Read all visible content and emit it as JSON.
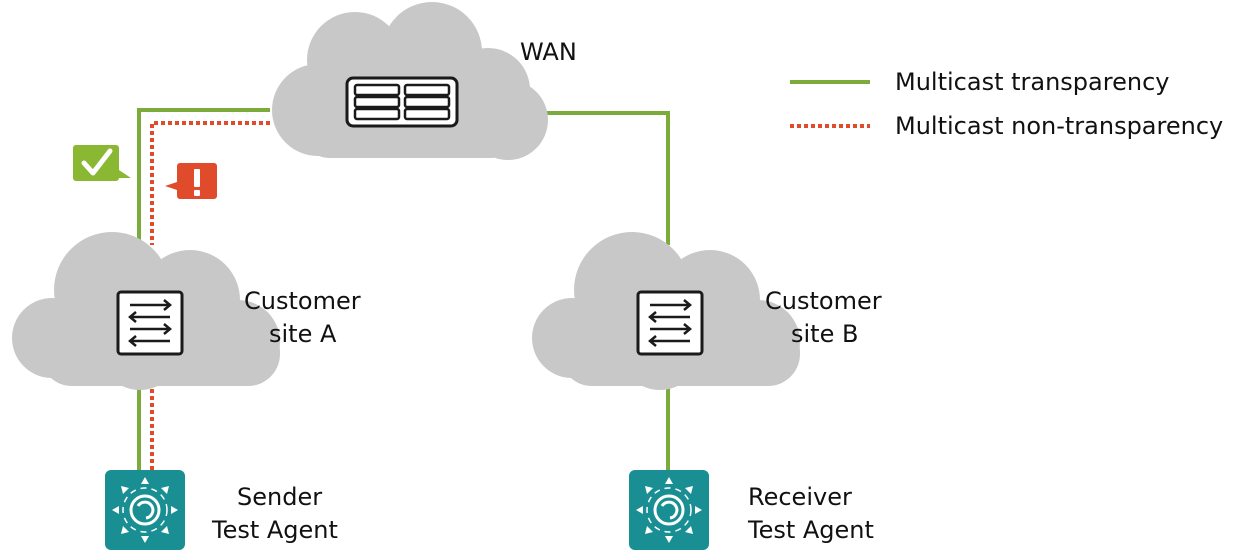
{
  "colors": {
    "transparency": "#7aab3b",
    "non_transparency": "#e04b2b",
    "cloud": "#c8c8c8",
    "agent": "#1a8f93",
    "ok_badge": "#8ab833",
    "alert_badge": "#e04b2b"
  },
  "legend": {
    "transparency": "Multicast transparency",
    "non_transparency": "Multicast non-transparency"
  },
  "wan": {
    "label": "WAN",
    "icon": "router-chassis-icon"
  },
  "site_a": {
    "line1": "Customer",
    "line2": "site A",
    "icon": "switch-icon"
  },
  "site_b": {
    "line1": "Customer",
    "line2": "site B",
    "icon": "switch-icon"
  },
  "sender": {
    "line1": "Sender",
    "line2": "Test Agent",
    "icon": "test-agent-icon"
  },
  "receiver": {
    "line1": "Receiver",
    "line2": "Test Agent",
    "icon": "test-agent-icon"
  },
  "badges": {
    "ok": "check-icon",
    "alert": "exclamation-icon"
  }
}
